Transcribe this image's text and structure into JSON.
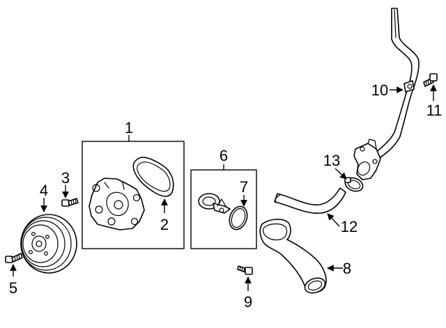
{
  "diagram": {
    "callouts": [
      {
        "id": "part-1",
        "label": "1"
      },
      {
        "id": "part-2",
        "label": "2"
      },
      {
        "id": "part-3",
        "label": "3"
      },
      {
        "id": "part-4",
        "label": "4"
      },
      {
        "id": "part-5",
        "label": "5"
      },
      {
        "id": "part-6",
        "label": "6"
      },
      {
        "id": "part-7",
        "label": "7"
      },
      {
        "id": "part-8",
        "label": "8"
      },
      {
        "id": "part-9",
        "label": "9"
      },
      {
        "id": "part-10",
        "label": "10"
      },
      {
        "id": "part-11",
        "label": "11"
      },
      {
        "id": "part-12",
        "label": "12"
      },
      {
        "id": "part-13",
        "label": "13"
      }
    ],
    "colors": {
      "line": "#000000",
      "background": "#ffffff"
    }
  }
}
